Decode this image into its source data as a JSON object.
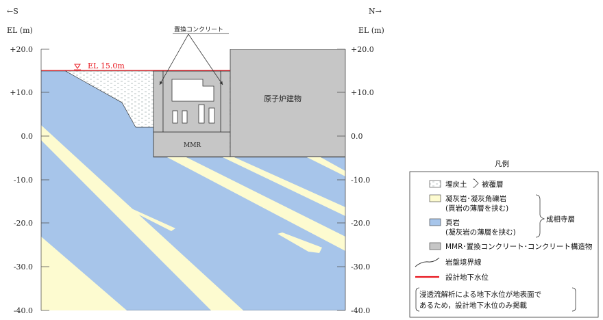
{
  "header": {
    "south_label": "←S",
    "north_label": "N→",
    "axis_unit_left": "EL (m)",
    "axis_unit_right": "EL (m)"
  },
  "y_axis": {
    "ticks": [
      "+20.0",
      "+10.0",
      "0.0",
      "-10.0",
      "-20.0",
      "-30.0",
      "-40.0"
    ]
  },
  "section": {
    "water_level_label": "EL 15.0m",
    "replacement_concrete_label": "置換コンクリート",
    "reactor_building_label": "原子炉建物",
    "mmr_label": "MMR"
  },
  "legend": {
    "title": "凡例",
    "fill_label": "埋戻土",
    "cover_layer_label": "被覆層",
    "tuff_label_1": "凝灰岩･凝灰角礫岩",
    "tuff_label_2": "(頁岩の薄層を挟む)",
    "shale_label_1": "頁岩",
    "shale_label_2": "(凝灰岩の薄層を挟む)",
    "formation_label": "成相寺層",
    "structure_label": "MMR･置換コンクリート･コンクリート構造物",
    "bedrock_boundary_label": "岩盤境界線",
    "design_gwl_label": "設計地下水位",
    "note_line_1": "浸透流解析による地下水位が地表面で",
    "note_line_2": "あるため，設計地下水位のみ掲載"
  },
  "colors": {
    "shale": "#a7c5ea",
    "tuff": "#fdfbd0",
    "concrete": "#c6c6c6",
    "water_level": "#e8141c"
  }
}
